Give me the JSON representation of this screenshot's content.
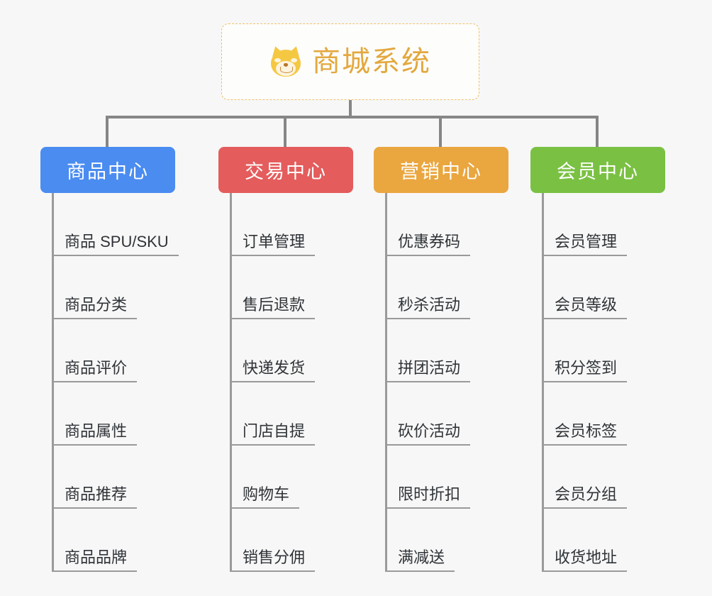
{
  "canvas": {
    "background_color": "#f7f7f7"
  },
  "root": {
    "title": "商城系统",
    "icon": "shiba-dog-face-emoji",
    "text_color": "#e3a83e",
    "border_color": "#efc06a"
  },
  "connector_color": "#868686",
  "branches": [
    {
      "label": "商品中心",
      "color": "#4a8cf0",
      "items": [
        "商品 SPU/SKU",
        "商品分类",
        "商品评价",
        "商品属性",
        "商品推荐",
        "商品品牌"
      ]
    },
    {
      "label": "交易中心",
      "color": "#e45c5c",
      "items": [
        "订单管理",
        "售后退款",
        "快递发货",
        "门店自提",
        "购物车",
        "销售分佣"
      ]
    },
    {
      "label": "营销中心",
      "color": "#eaa63f",
      "items": [
        "优惠券码",
        "秒杀活动",
        "拼团活动",
        "砍价活动",
        "限时折扣",
        "满减送"
      ]
    },
    {
      "label": "会员中心",
      "color": "#7ac143",
      "items": [
        "会员管理",
        "会员等级",
        "积分签到",
        "会员标签",
        "会员分组",
        "收货地址"
      ]
    }
  ]
}
